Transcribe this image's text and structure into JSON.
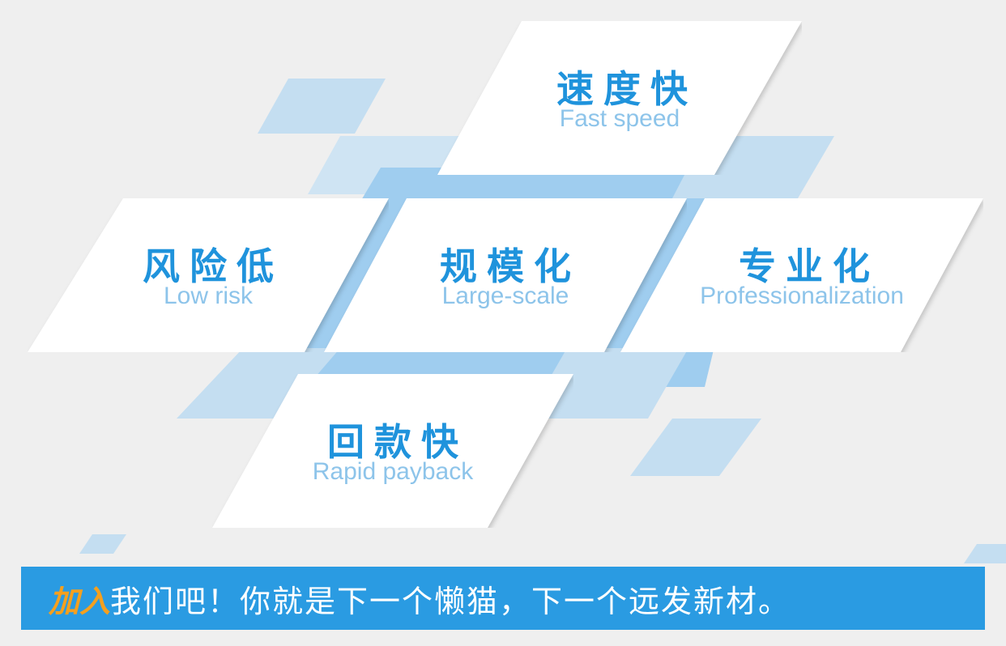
{
  "colors": {
    "background": "#efefef",
    "accent": "#1f93dc",
    "subtitle": "#8dc4ea",
    "banner": "#2a9be2",
    "highlight": "#f5a01e",
    "light_shape": "#c4def1",
    "mid_shape": "#9fcdef"
  },
  "cards": [
    {
      "title": "速度快",
      "subtitle": "Fast speed"
    },
    {
      "title": "风险低",
      "subtitle": "Low risk"
    },
    {
      "title": "规模化",
      "subtitle": "Large-scale"
    },
    {
      "title": "专业化",
      "subtitle": "Professionalization"
    },
    {
      "title": "回款快",
      "subtitle": "Rapid payback"
    }
  ],
  "banner": {
    "highlight": "加入",
    "text": "我们吧！你就是下一个懒猫，下一个远发新材。"
  }
}
